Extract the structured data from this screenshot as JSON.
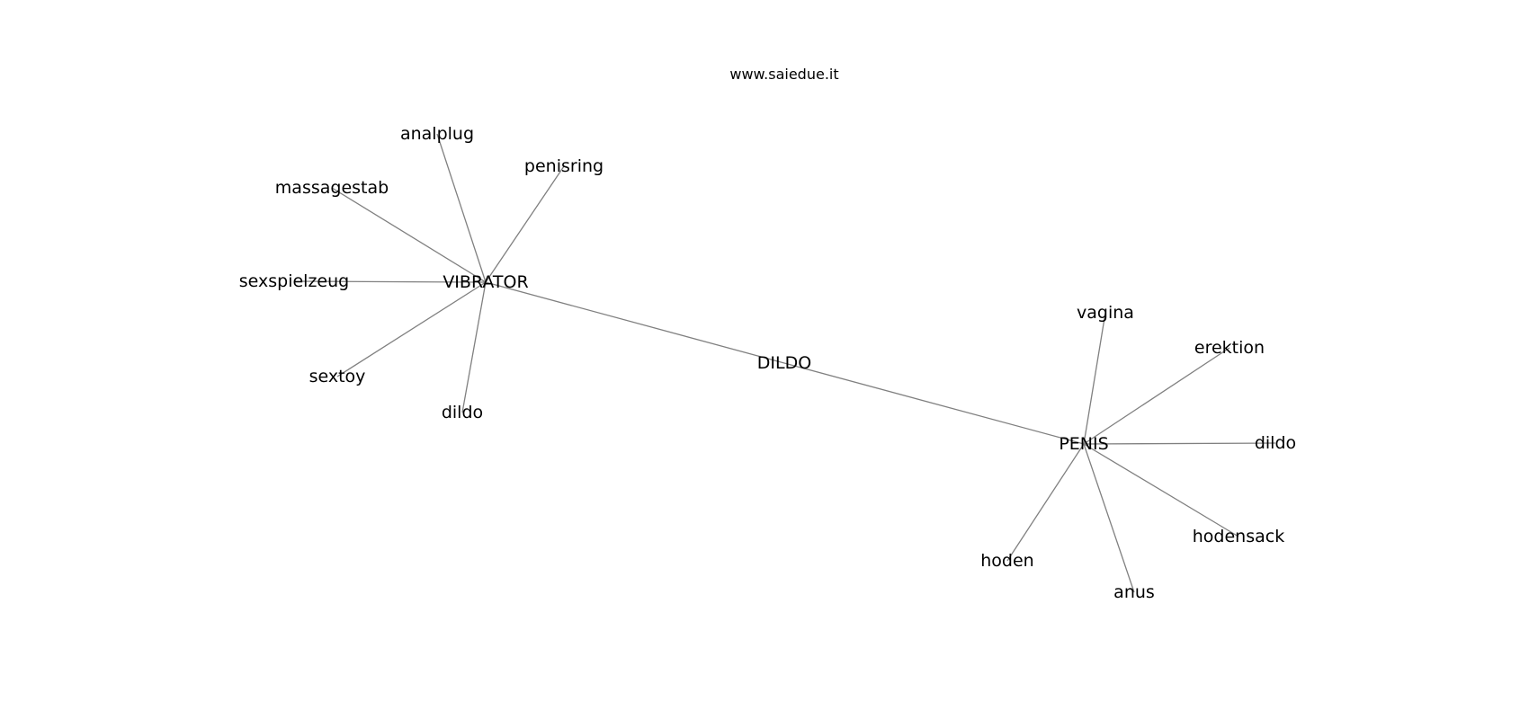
{
  "caption": "www.saiedue.it",
  "graph": {
    "nodes": [
      {
        "id": "vibrator",
        "label": "VIBRATOR"
      },
      {
        "id": "dildo_center",
        "label": "DILDO"
      },
      {
        "id": "penis",
        "label": "PENIS"
      },
      {
        "id": "analplug",
        "label": "analplug"
      },
      {
        "id": "penisring",
        "label": "penisring"
      },
      {
        "id": "massagestab",
        "label": "massagestab"
      },
      {
        "id": "sexspielzeug",
        "label": "sexspielzeug"
      },
      {
        "id": "sextoy",
        "label": "sextoy"
      },
      {
        "id": "dildo_left",
        "label": "dildo"
      },
      {
        "id": "vagina",
        "label": "vagina"
      },
      {
        "id": "erektion",
        "label": "erektion"
      },
      {
        "id": "dildo_right",
        "label": "dildo"
      },
      {
        "id": "hodensack",
        "label": "hodensack"
      },
      {
        "id": "anus",
        "label": "anus"
      },
      {
        "id": "hoden",
        "label": "hoden"
      }
    ],
    "edges": [
      [
        "vibrator",
        "dildo_center"
      ],
      [
        "dildo_center",
        "penis"
      ],
      [
        "vibrator",
        "analplug"
      ],
      [
        "vibrator",
        "penisring"
      ],
      [
        "vibrator",
        "massagestab"
      ],
      [
        "vibrator",
        "sexspielzeug"
      ],
      [
        "vibrator",
        "sextoy"
      ],
      [
        "vibrator",
        "dildo_left"
      ],
      [
        "penis",
        "vagina"
      ],
      [
        "penis",
        "erektion"
      ],
      [
        "penis",
        "dildo_right"
      ],
      [
        "penis",
        "hodensack"
      ],
      [
        "penis",
        "anus"
      ],
      [
        "penis",
        "hoden"
      ]
    ]
  }
}
